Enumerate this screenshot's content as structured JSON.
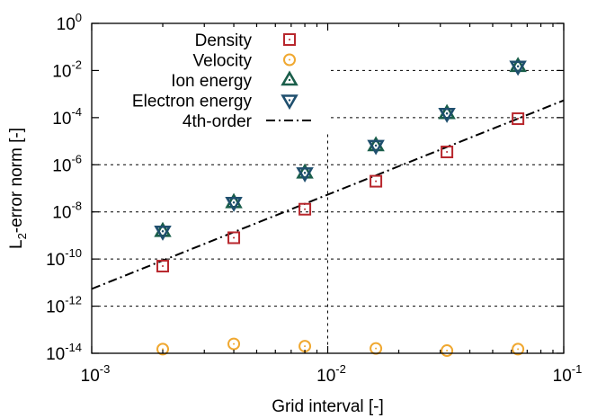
{
  "chart_data": {
    "type": "scatter",
    "xlabel": "Grid interval [-]",
    "ylabel_parts": {
      "pre": "L",
      "sub": "2",
      "post": "-error norm [-]"
    },
    "x_scale": "log",
    "y_scale": "log",
    "xlim": [
      0.001,
      0.1
    ],
    "ylim": [
      1e-14,
      1
    ],
    "x_ticks": [
      {
        "base": "10",
        "exp": "-3",
        "value": 0.001
      },
      {
        "base": "10",
        "exp": "-2",
        "value": 0.01
      },
      {
        "base": "10",
        "exp": "-1",
        "value": 0.1
      }
    ],
    "y_ticks": [
      {
        "base": "10",
        "exp": "0",
        "value": 1
      },
      {
        "base": "10",
        "exp": "-2",
        "value": 0.01
      },
      {
        "base": "10",
        "exp": "-4",
        "value": 0.0001
      },
      {
        "base": "10",
        "exp": "-6",
        "value": 1e-06
      },
      {
        "base": "10",
        "exp": "-8",
        "value": 1e-08
      },
      {
        "base": "10",
        "exp": "-10",
        "value": 1e-10
      },
      {
        "base": "10",
        "exp": "-12",
        "value": 1e-12
      },
      {
        "base": "10",
        "exp": "-14",
        "value": 1e-14
      }
    ],
    "grid": true,
    "legend_position": "top-left",
    "series": [
      {
        "name": "Density",
        "marker": "square",
        "color": "#b8272d",
        "x": [
          0.002,
          0.004,
          0.008,
          0.016,
          0.032,
          0.064
        ],
        "y": [
          5e-11,
          8e-10,
          1.3e-08,
          2e-07,
          3.5e-06,
          9e-05
        ]
      },
      {
        "name": "Velocity",
        "marker": "circle",
        "color": "#f0a830",
        "x": [
          0.002,
          0.004,
          0.008,
          0.016,
          0.032,
          0.064
        ],
        "y": [
          1.5e-14,
          2.5e-14,
          2e-14,
          1.6e-14,
          1.3e-14,
          1.5e-14
        ]
      },
      {
        "name": "Ion energy",
        "marker": "triangle-up",
        "color": "#1a5e4a",
        "x": [
          0.002,
          0.004,
          0.008,
          0.016,
          0.032,
          0.064
        ],
        "y": [
          1.5e-09,
          2.5e-08,
          4.5e-07,
          6.5e-06,
          0.00015,
          0.015
        ]
      },
      {
        "name": "Electron energy",
        "marker": "triangle-down",
        "color": "#1f4f6e",
        "x": [
          0.002,
          0.004,
          0.008,
          0.016,
          0.032,
          0.064
        ],
        "y": [
          1.5e-09,
          2.5e-08,
          4.5e-07,
          6.5e-06,
          0.00015,
          0.015
        ]
      },
      {
        "name": "4th-order",
        "marker": "line",
        "line_style": "dash-dot",
        "color": "#000000",
        "x": [
          0.001,
          0.1
        ],
        "y": [
          5.4e-12,
          0.00054
        ]
      }
    ]
  }
}
